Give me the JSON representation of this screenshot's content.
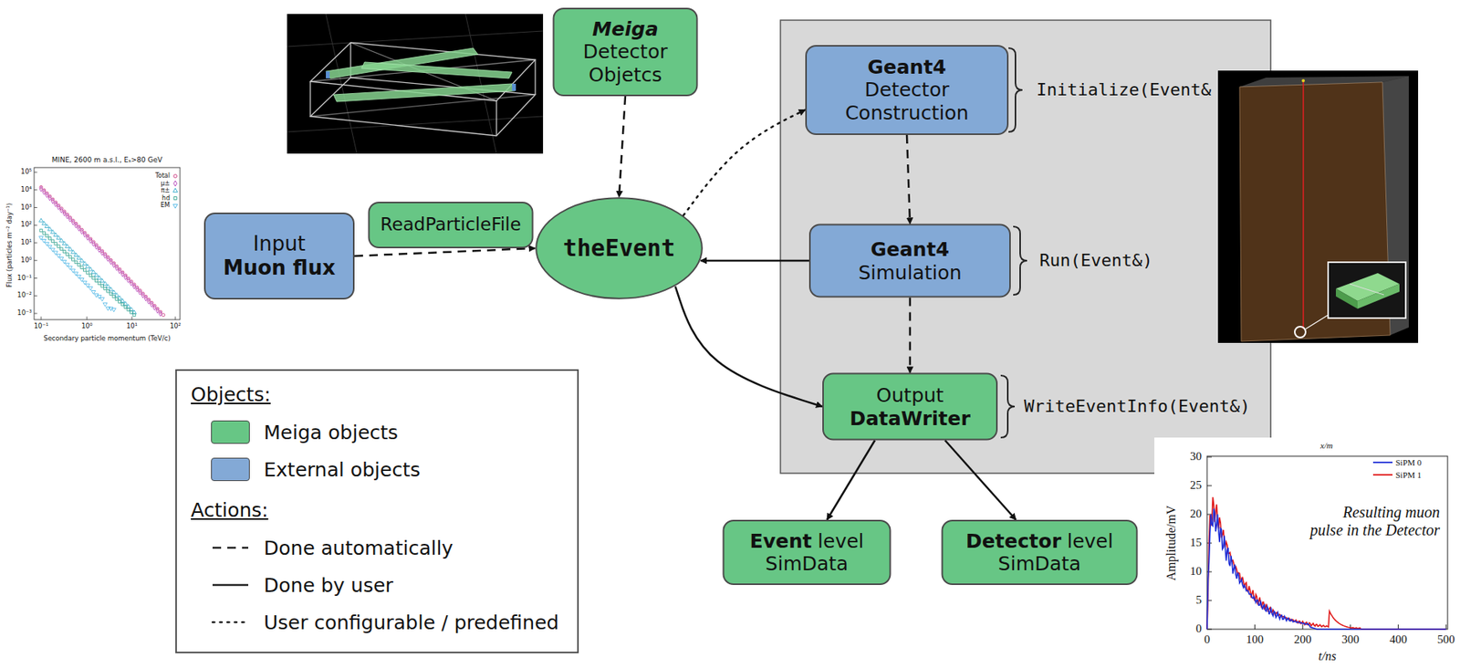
{
  "diagram": {
    "nodes": [
      {
        "text": [
          "Meiga",
          "Detector Objetcs"
        ]
      },
      {
        "text": [
          "Input",
          "Muon flux"
        ]
      },
      {
        "text": [
          "ReadParticleFile"
        ]
      },
      {
        "text": [
          "theEvent"
        ]
      },
      {
        "text": [
          "Geant4",
          "Detector Construction"
        ]
      },
      {
        "text": [
          "Geant4",
          "Simulation"
        ]
      },
      {
        "text": [
          "Output",
          "DataWriter"
        ]
      },
      {
        "text": [
          "Event",
          "level SimData"
        ]
      },
      {
        "text": [
          "Detector",
          "level SimData"
        ]
      }
    ],
    "edges": [
      {
        "from": 0,
        "to": 3,
        "arrow": "to"
      },
      {
        "from": 1,
        "to": 3,
        "arrow": "to"
      },
      {
        "from": 3,
        "to": 4,
        "arrow": "to"
      },
      {
        "from": 4,
        "to": 5,
        "arrow": "to"
      },
      {
        "from": 5,
        "to": 3,
        "arrow": "to"
      },
      {
        "from": 5,
        "to": 6,
        "arrow": "to"
      },
      {
        "from": 3,
        "to": 6,
        "arrow": "to"
      },
      {
        "from": 6,
        "to": 7,
        "arrow": "to"
      },
      {
        "from": 6,
        "to": 8,
        "arrow": "to"
      }
    ],
    "labels": [
      "MINE, 2600 m a.s.l., Eₛ>80 GeV",
      "10⁵",
      "10⁴",
      "10³",
      "10²",
      "10¹",
      "10⁰",
      "10⁻¹",
      "10⁻²",
      "10⁻³",
      "10⁻¹",
      "10⁰",
      "10¹",
      "10²",
      "Total",
      "μ±",
      "π±",
      "hd",
      "EM",
      "Flux (particles m⁻² day⁻¹)",
      "Secondary particle momentum (TeV/c)",
      "Initialize(Event&",
      "Run(Event&)",
      "WriteEventInfo(Event&)",
      "Objects:",
      "Actions:",
      "x/m",
      "SiPM 0",
      "SiPM 1",
      "Resulting muon pulse in the Detector",
      "Amplitude/mV",
      "t/ns",
      "0",
      "5",
      "10",
      "15",
      "20",
      "25",
      "30",
      "0",
      "100",
      "200",
      "300",
      "400",
      "500"
    ],
    "legend": [
      {
        "text": "Meiga objects",
        "color": "#67c685"
      },
      {
        "text": "External objects",
        "color": "#83a9d6"
      },
      {
        "text": "Done automatically"
      },
      {
        "text": "Done by user"
      },
      {
        "text": "User configurable / predefined"
      }
    ]
  }
}
